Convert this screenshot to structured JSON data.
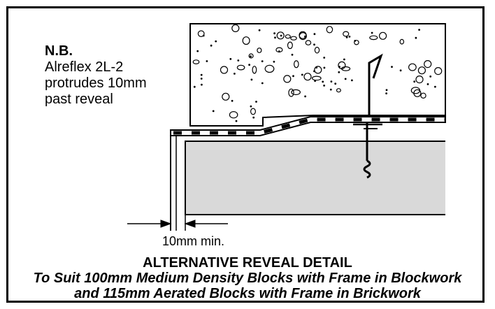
{
  "note": {
    "heading": "N.B.",
    "lines": [
      "Alreflex 2L-2",
      "protrudes 10mm",
      "past reveal"
    ]
  },
  "dimension": {
    "label": "10mm min."
  },
  "caption": {
    "title": "ALTERNATIVE REVEAL DETAIL",
    "subtitle_line1": "To Suit 100mm Medium Density Blocks with Frame in Blockwork",
    "subtitle_line2": "and 115mm Aerated Blocks with Frame in Brickwork"
  },
  "colors": {
    "ink": "#000000",
    "block_fill": "#d9d9d9",
    "background": "#ffffff"
  }
}
